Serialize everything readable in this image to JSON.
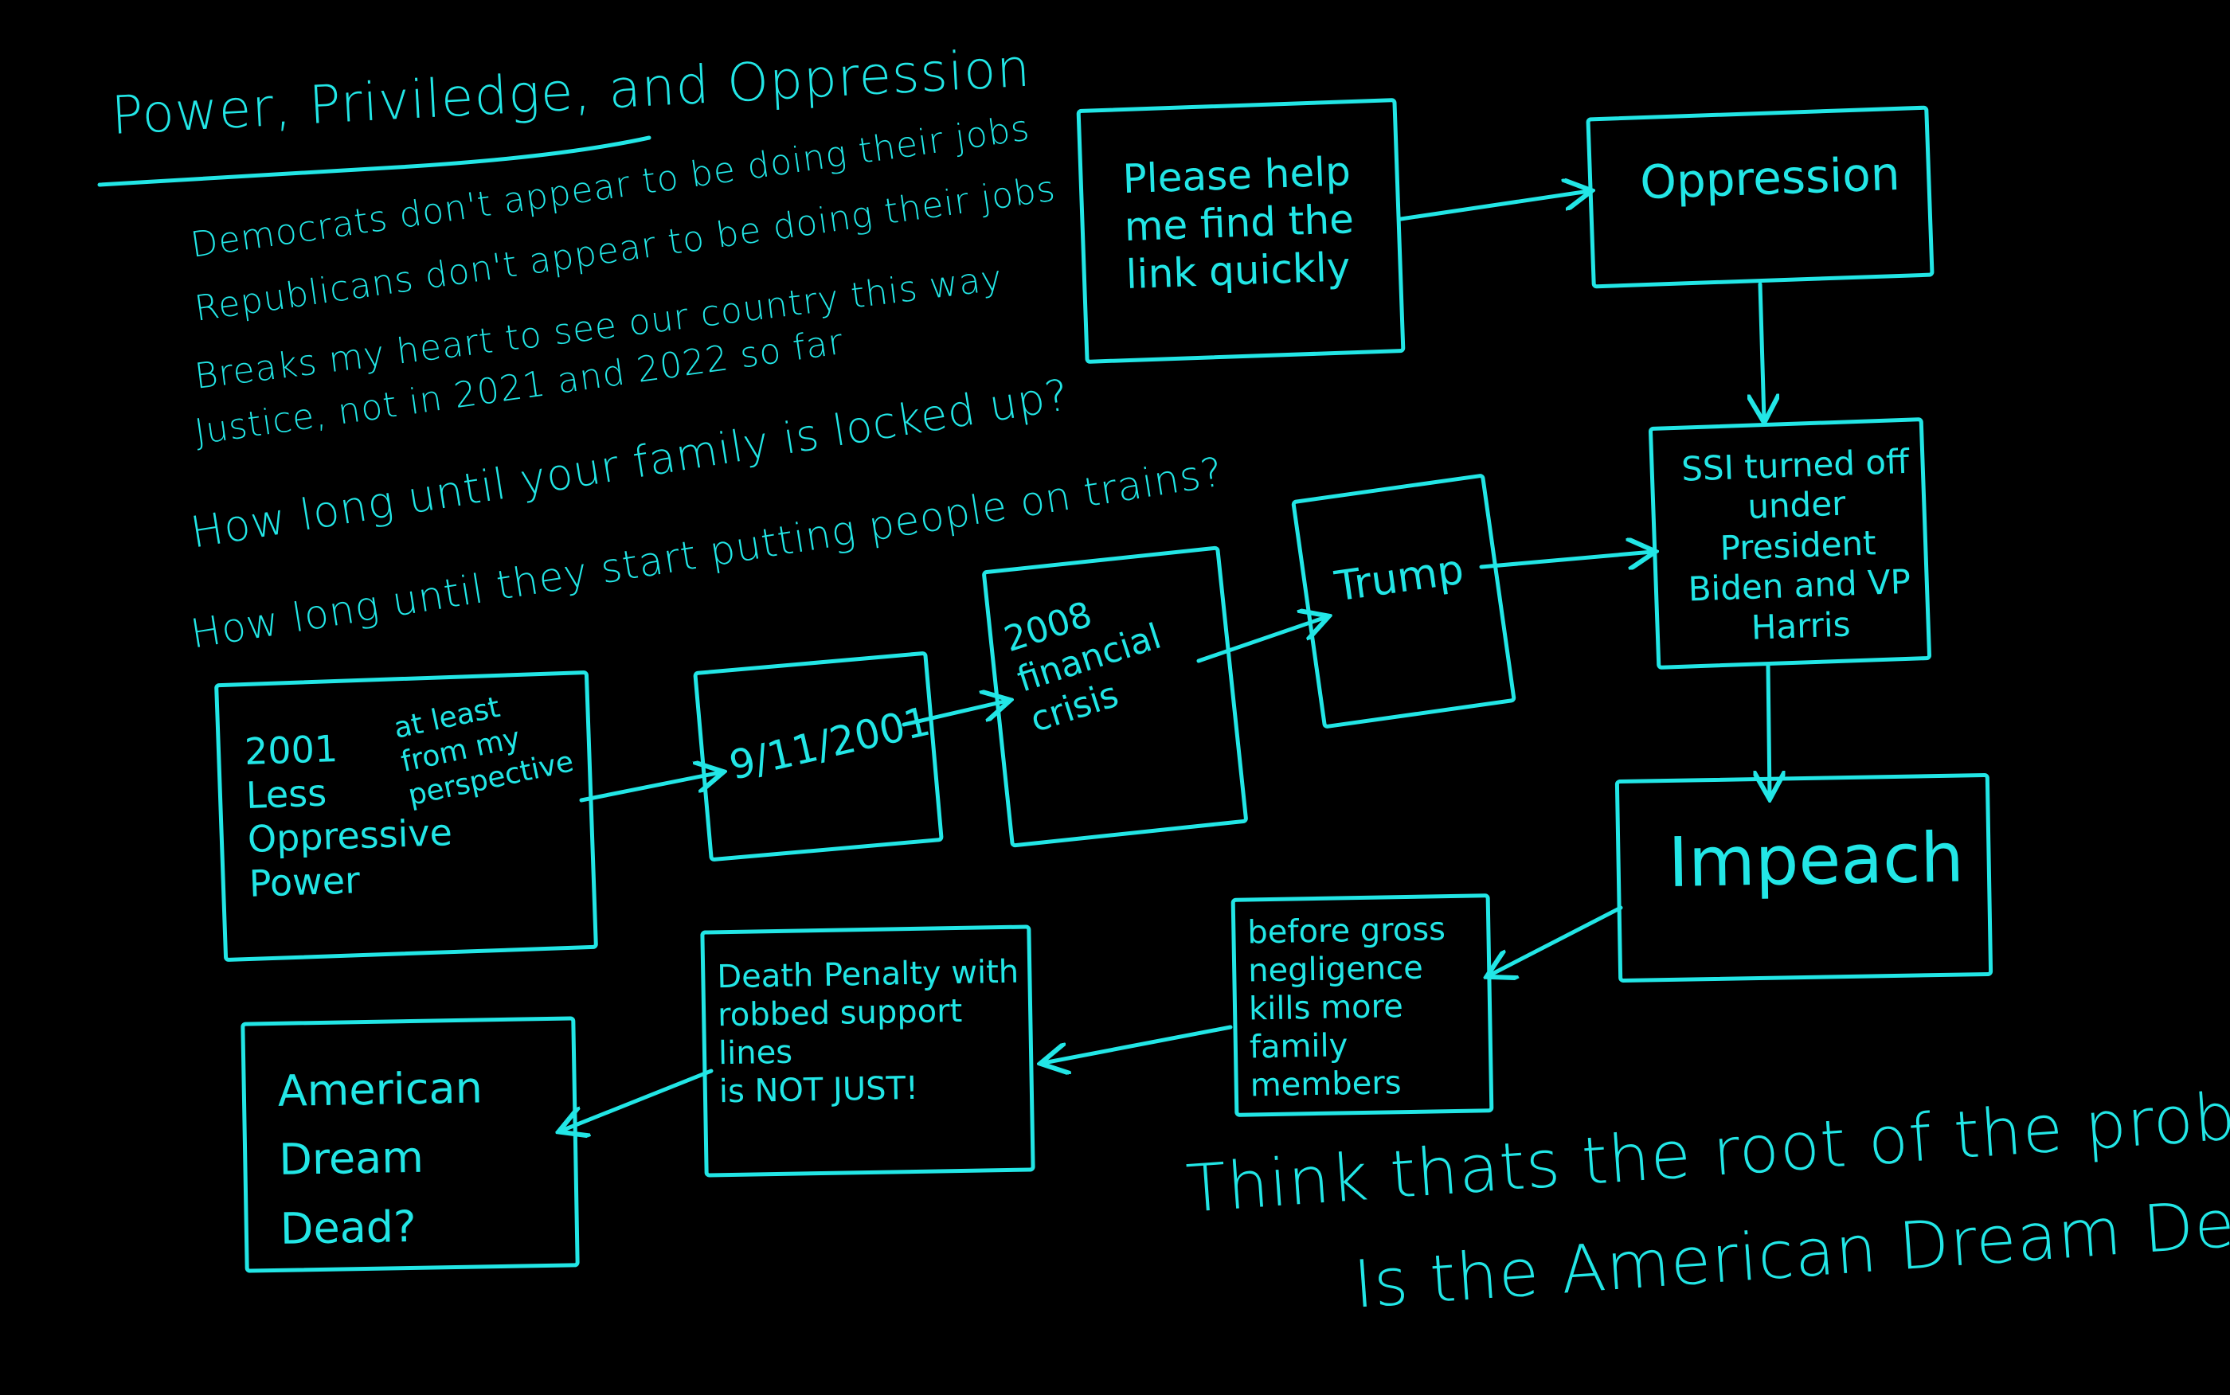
{
  "title": "Power, Priviledge, and Oppression",
  "notes": [
    "Democrats don't appear to be doing their jobs",
    "Republicans don't appear to be doing their jobs",
    "Breaks my heart to see our country this way",
    "Justice, not in 2021 and 2022 so far"
  ],
  "questions": [
    "How long until your family is locked up?",
    "How long until they start putting people on trains?"
  ],
  "boxes": {
    "please_help": "Please help\nme find the\nlink quickly",
    "oppression": "Oppression",
    "ssi": "SSI turned off\nunder President\nBiden and VP\nHarris",
    "impeach": "Impeach",
    "before_gross": "before gross\nnegligence\nkills more family\nmembers",
    "death_penalty": "Death Penalty with\nrobbed support lines\nis NOT JUST!",
    "american_dream": "American Dream\nDead?",
    "y2001_left": "2001\nLess\nOppressive\nPower",
    "y2001_right": "at least\nfrom my\nperspective",
    "sept11": "9/11/2001",
    "crisis2008": "2008\nfinancial\ncrisis",
    "trump": "Trump"
  },
  "conclusion": [
    "Think thats the root of the problem,",
    "Is the American Dream Dead?"
  ],
  "ink_color": "#22e6e6"
}
